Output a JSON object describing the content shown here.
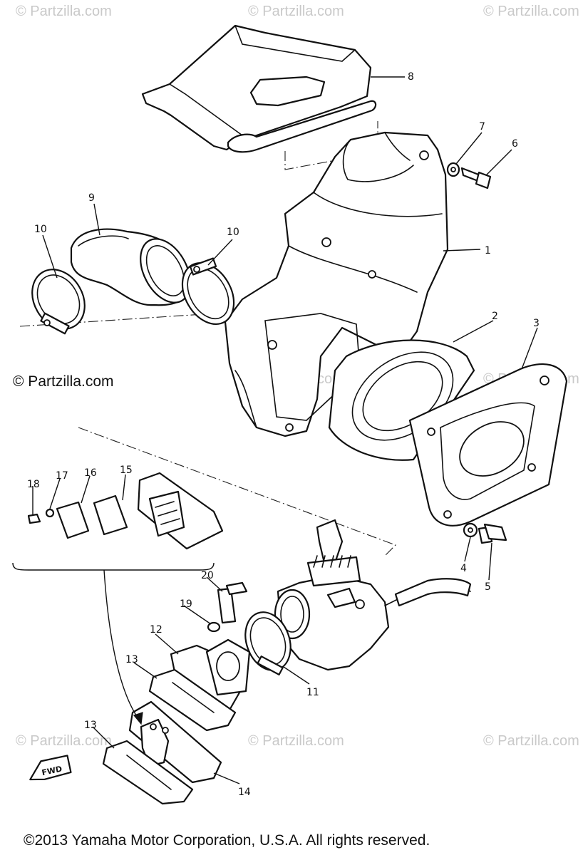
{
  "watermark": "© Partzilla.com",
  "watermark_main": "© Partzilla.com",
  "copyright": "©2013 Yamaha Motor Corporation, U.S.A. All rights reserved.",
  "fwd_label": "FWD",
  "callouts": [
    "1",
    "2",
    "3",
    "4",
    "5",
    "6",
    "7",
    "8",
    "9",
    "10",
    "10",
    "11",
    "12",
    "13",
    "13",
    "14",
    "15",
    "16",
    "17",
    "18",
    "19",
    "20"
  ]
}
